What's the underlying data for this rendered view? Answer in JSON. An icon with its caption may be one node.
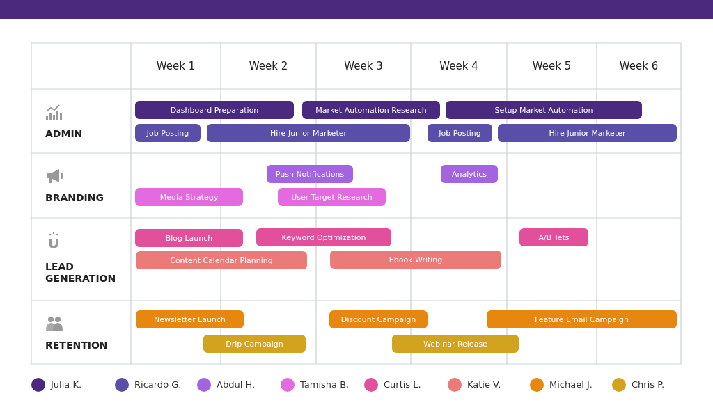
{
  "diagram": {
    "nodes": [
      {
        "text": [
          "ADMIN"
        ]
      },
      {
        "text": [
          "Dashboard Preparation"
        ]
      },
      {
        "text": [
          "Market Automation Research"
        ]
      },
      {
        "text": [
          "Setup Market Automation"
        ]
      },
      {
        "text": [
          "Job Posting"
        ]
      },
      {
        "text": [
          "Hire Junior Marketer"
        ]
      },
      {
        "text": [
          "Job Posting"
        ]
      },
      {
        "text": [
          "Hire Junior Marketer"
        ]
      },
      {
        "text": [
          "BRANDING"
        ]
      },
      {
        "text": [
          "Push Notifications"
        ]
      },
      {
        "text": [
          "Analytics"
        ]
      },
      {
        "text": [
          "Media Strategy"
        ]
      },
      {
        "text": [
          "User Target Research"
        ]
      },
      {
        "text": [
          "LEAD GENERATION"
        ]
      },
      {
        "text": [
          "Blog Launch"
        ]
      },
      {
        "text": [
          "Keyword Optimization"
        ]
      },
      {
        "text": [
          "A/B Tets"
        ]
      },
      {
        "text": [
          "Content Calendar Planning"
        ]
      },
      {
        "text": [
          "Ebook Writing"
        ]
      },
      {
        "text": [
          "RETENTION"
        ]
      },
      {
        "text": [
          "Newsletter Launch"
        ]
      },
      {
        "text": [
          "Discount Campaign"
        ]
      },
      {
        "text": [
          "Feature Email Campaign"
        ]
      },
      {
        "text": [
          "Drip Campaign"
        ]
      },
      {
        "text": [
          "Webinar Release"
        ]
      }
    ],
    "labels": [
      "Week 1",
      "Week 2",
      "Week 3",
      "Week 4",
      "Week 5",
      "Week 6"
    ],
    "legend": [
      {
        "text": "Julia K.",
        "color": "#4a2a80"
      },
      {
        "text": "Ricardo G.",
        "color": "#5a4fa8"
      },
      {
        "text": "Abdul H.",
        "color": "#a463e0"
      },
      {
        "text": "Tamisha B.",
        "color": "#e46ae0"
      },
      {
        "text": "Curtis L.",
        "color": "#e24f9a"
      },
      {
        "text": "Katie V.",
        "color": "#ec7a78"
      },
      {
        "text": "Michael J.",
        "color": "#e8870f"
      },
      {
        "text": "Chris P.",
        "color": "#d2a31e"
      }
    ]
  }
}
